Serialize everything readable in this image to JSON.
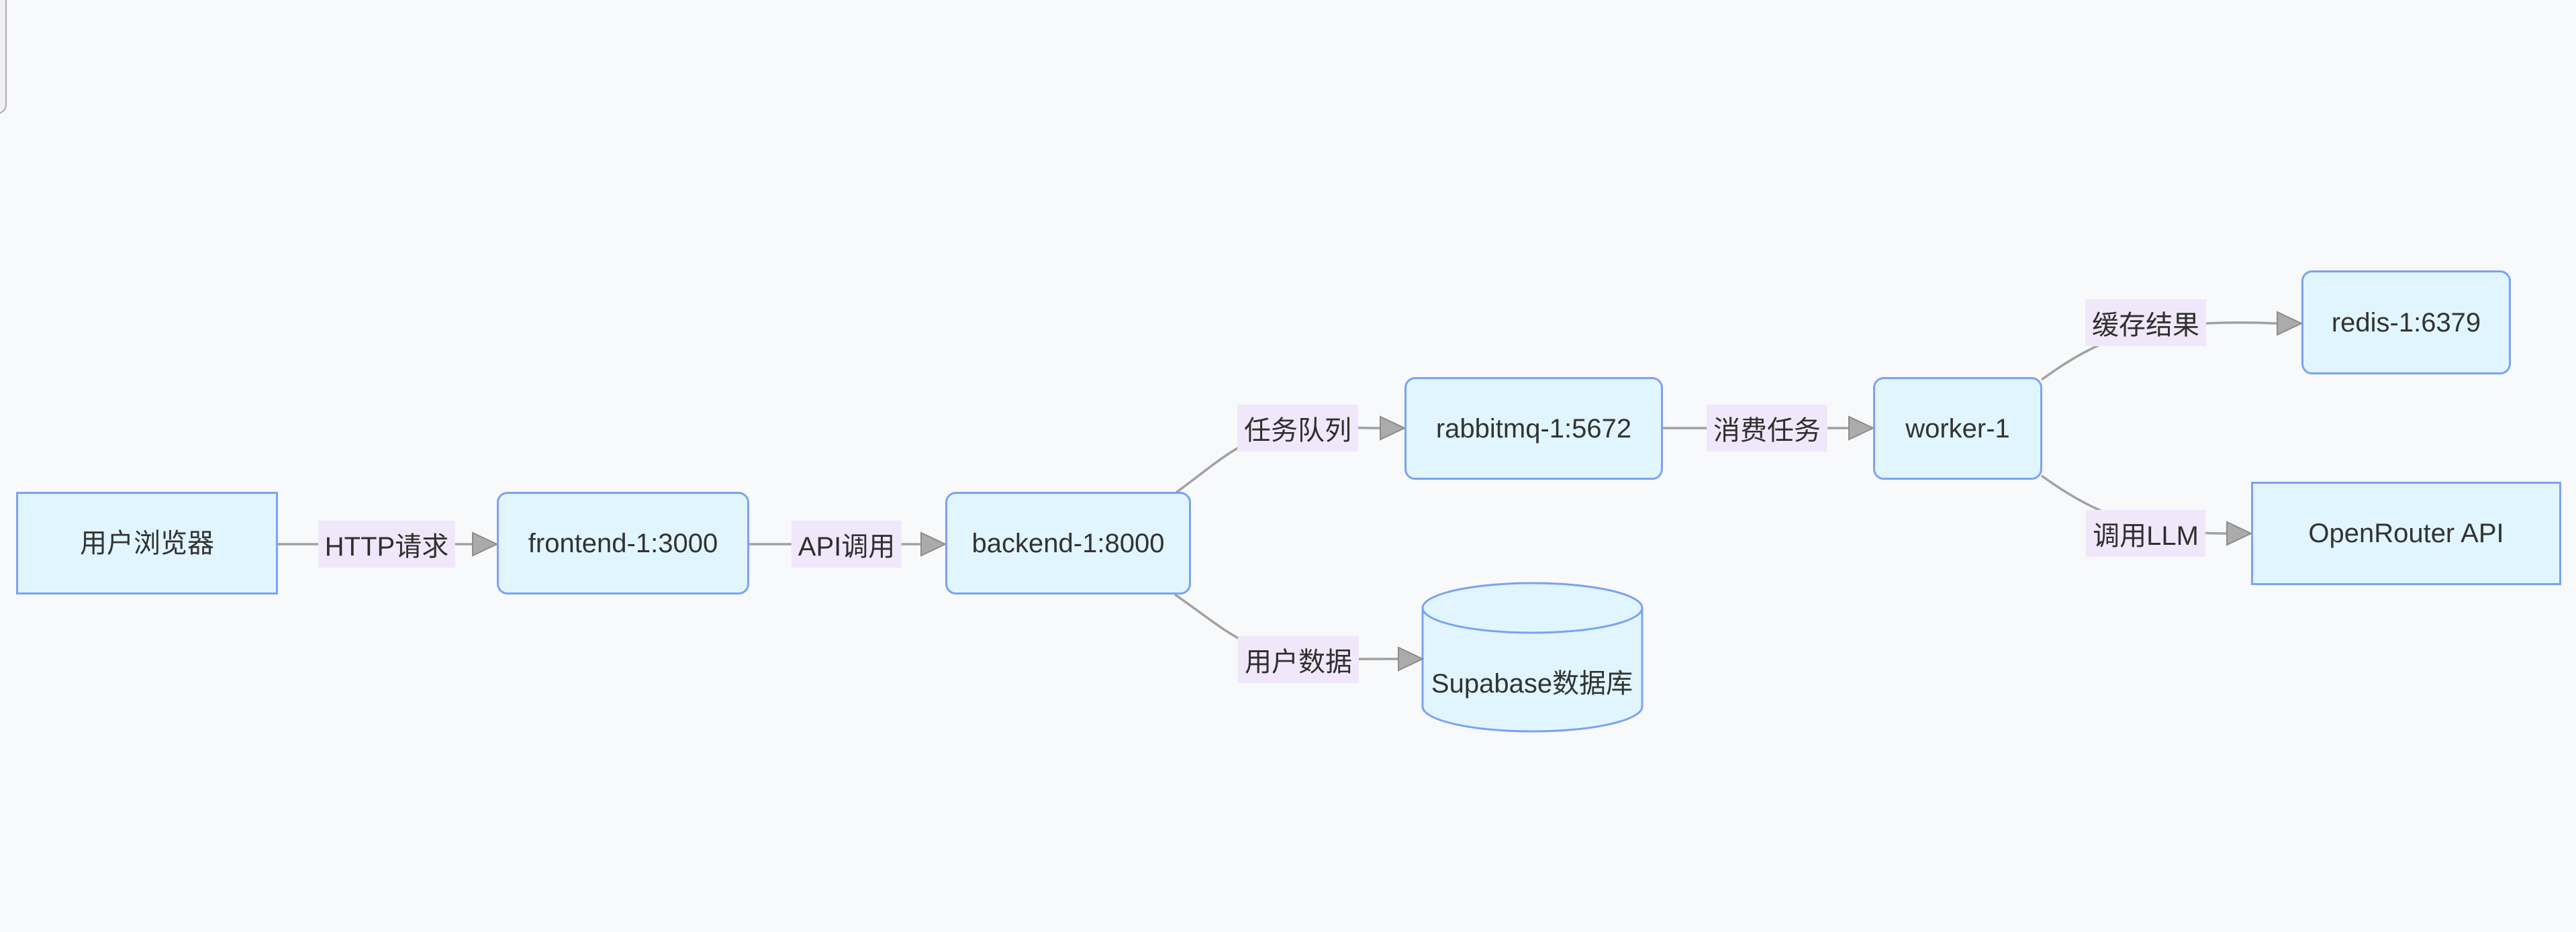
{
  "canvas": {
    "background_color": "#f8f9fb"
  },
  "colors": {
    "node_fill": "#e1f5fe",
    "node_border": "#7ba2f2",
    "node_text": "#333333",
    "edge_line": "#a1a1a1",
    "arrowhead_fill": "#ababab",
    "edge_label_background": "#f0e8fa",
    "edge_label_text": "#2f2f2f"
  },
  "diagram": {
    "type": "flowchart-LR",
    "nodes": [
      {
        "id": "browser",
        "label": "用户浏览器",
        "shape": "rectangle"
      },
      {
        "id": "frontend",
        "label": "frontend-1:3000",
        "shape": "rounded"
      },
      {
        "id": "backend",
        "label": "backend-1:8000",
        "shape": "rounded"
      },
      {
        "id": "rabbitmq",
        "label": "rabbitmq-1:5672",
        "shape": "rounded"
      },
      {
        "id": "worker",
        "label": "worker-1",
        "shape": "rounded"
      },
      {
        "id": "redis",
        "label": "redis-1:6379",
        "shape": "rounded"
      },
      {
        "id": "openrouter",
        "label": "OpenRouter API",
        "shape": "rectangle"
      },
      {
        "id": "supabase",
        "label": "Supabase数据库",
        "shape": "cylinder"
      }
    ],
    "edges": [
      {
        "from": "browser",
        "to": "frontend",
        "label": "HTTP请求"
      },
      {
        "from": "frontend",
        "to": "backend",
        "label": "API调用"
      },
      {
        "from": "backend",
        "to": "rabbitmq",
        "label": "任务队列"
      },
      {
        "from": "backend",
        "to": "supabase",
        "label": "用户数据"
      },
      {
        "from": "rabbitmq",
        "to": "worker",
        "label": "消费任务"
      },
      {
        "from": "worker",
        "to": "redis",
        "label": "缓存结果"
      },
      {
        "from": "worker",
        "to": "openrouter",
        "label": "调用LLM"
      }
    ]
  }
}
